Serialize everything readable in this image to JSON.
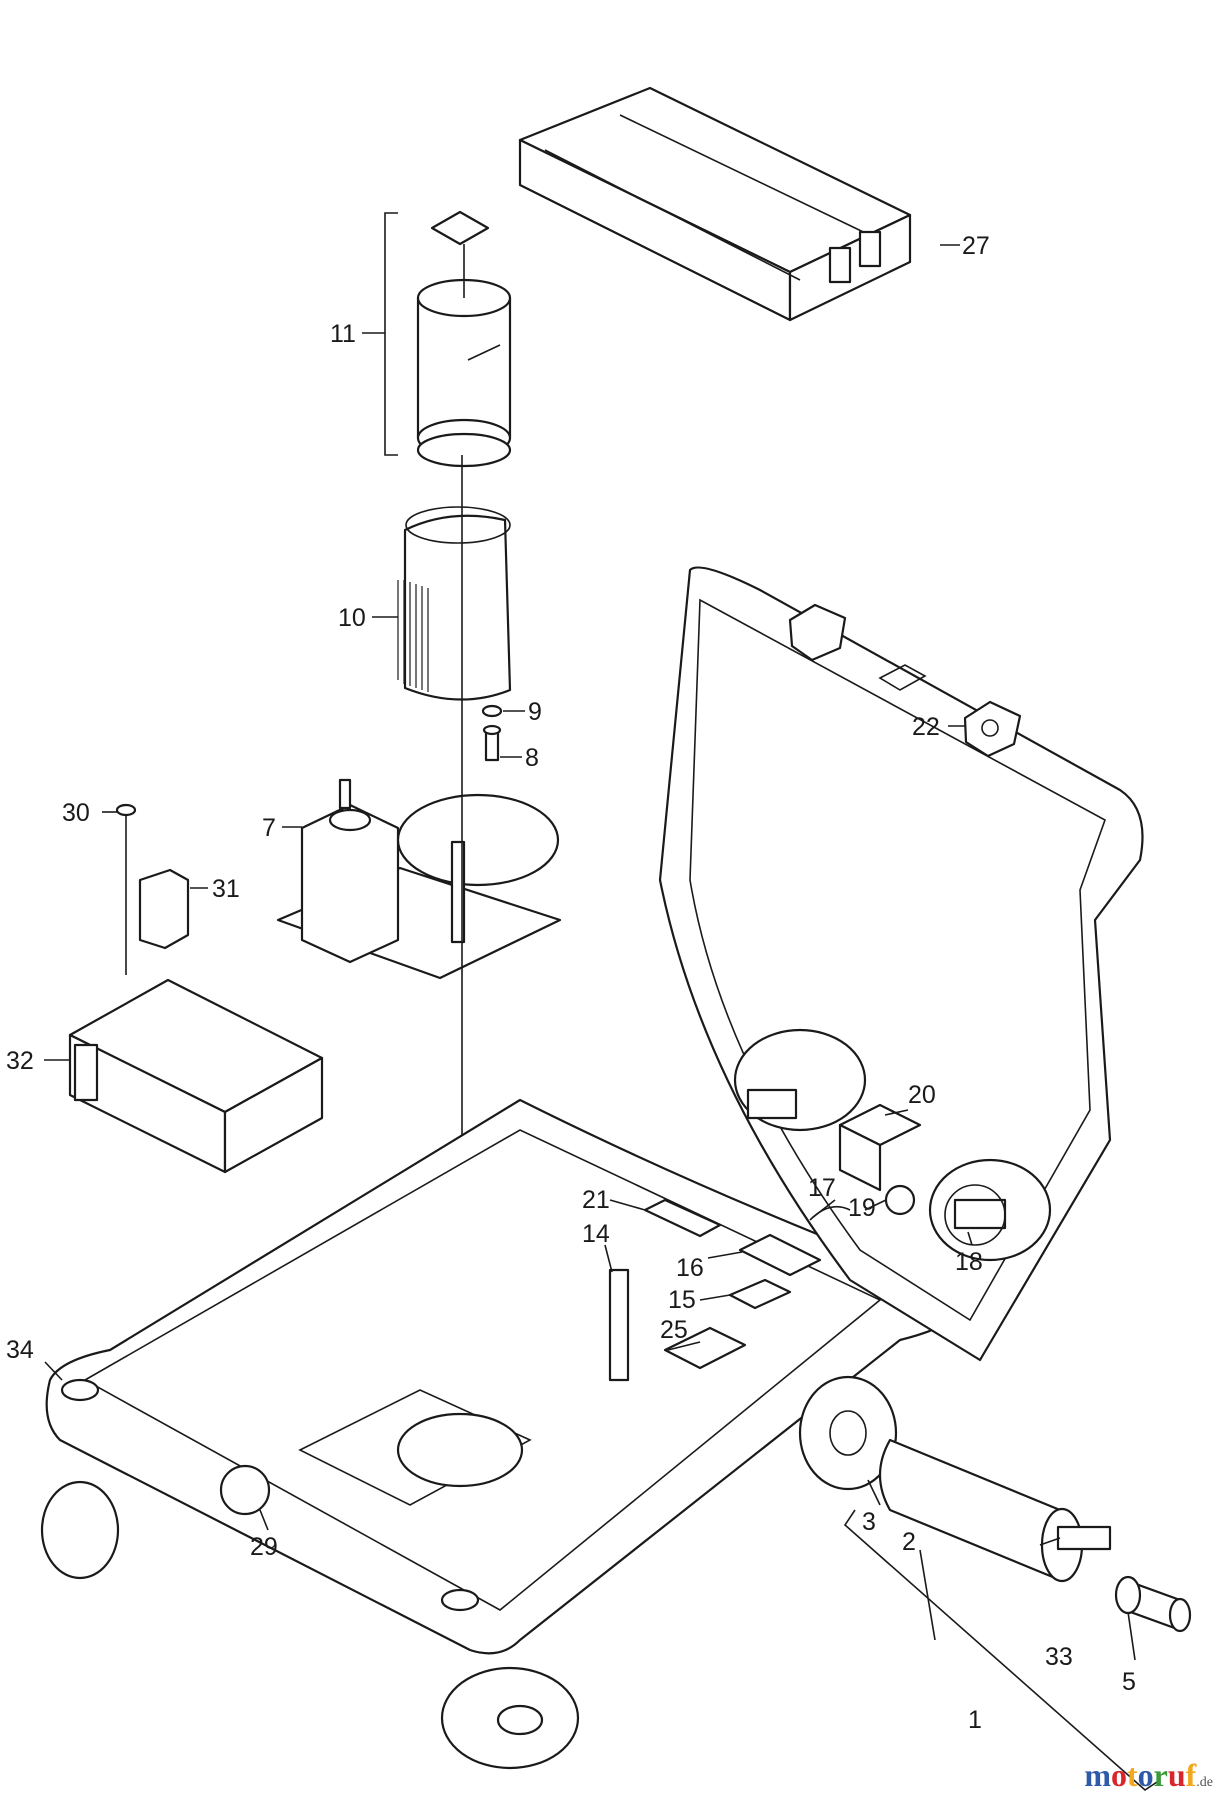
{
  "callouts": [
    {
      "id": "1",
      "text": "1"
    },
    {
      "id": "2",
      "text": "2"
    },
    {
      "id": "3",
      "text": "3"
    },
    {
      "id": "5",
      "text": "5"
    },
    {
      "id": "7",
      "text": "7"
    },
    {
      "id": "8",
      "text": "8"
    },
    {
      "id": "9",
      "text": "9"
    },
    {
      "id": "10",
      "text": "10"
    },
    {
      "id": "11",
      "text": "11"
    },
    {
      "id": "14",
      "text": "14"
    },
    {
      "id": "15",
      "text": "15"
    },
    {
      "id": "16",
      "text": "16"
    },
    {
      "id": "17",
      "text": "17"
    },
    {
      "id": "18",
      "text": "18"
    },
    {
      "id": "19",
      "text": "19"
    },
    {
      "id": "20",
      "text": "20"
    },
    {
      "id": "21",
      "text": "21"
    },
    {
      "id": "22",
      "text": "22"
    },
    {
      "id": "25",
      "text": "25"
    },
    {
      "id": "27",
      "text": "27"
    },
    {
      "id": "29",
      "text": "29"
    },
    {
      "id": "30",
      "text": "30"
    },
    {
      "id": "31",
      "text": "31"
    },
    {
      "id": "32",
      "text": "32"
    },
    {
      "id": "33",
      "text": "33"
    },
    {
      "id": "34",
      "text": "34"
    }
  ],
  "watermark": {
    "letters": [
      {
        "char": "m",
        "color": "#2e5aa8"
      },
      {
        "char": "o",
        "color": "#d9262c"
      },
      {
        "char": "t",
        "color": "#f2a81d"
      },
      {
        "char": "o",
        "color": "#2e5aa8"
      },
      {
        "char": "r",
        "color": "#3a9a3a"
      },
      {
        "char": "u",
        "color": "#d9262c"
      },
      {
        "char": "f",
        "color": "#f2a81d"
      }
    ],
    "suffix": ".de"
  }
}
